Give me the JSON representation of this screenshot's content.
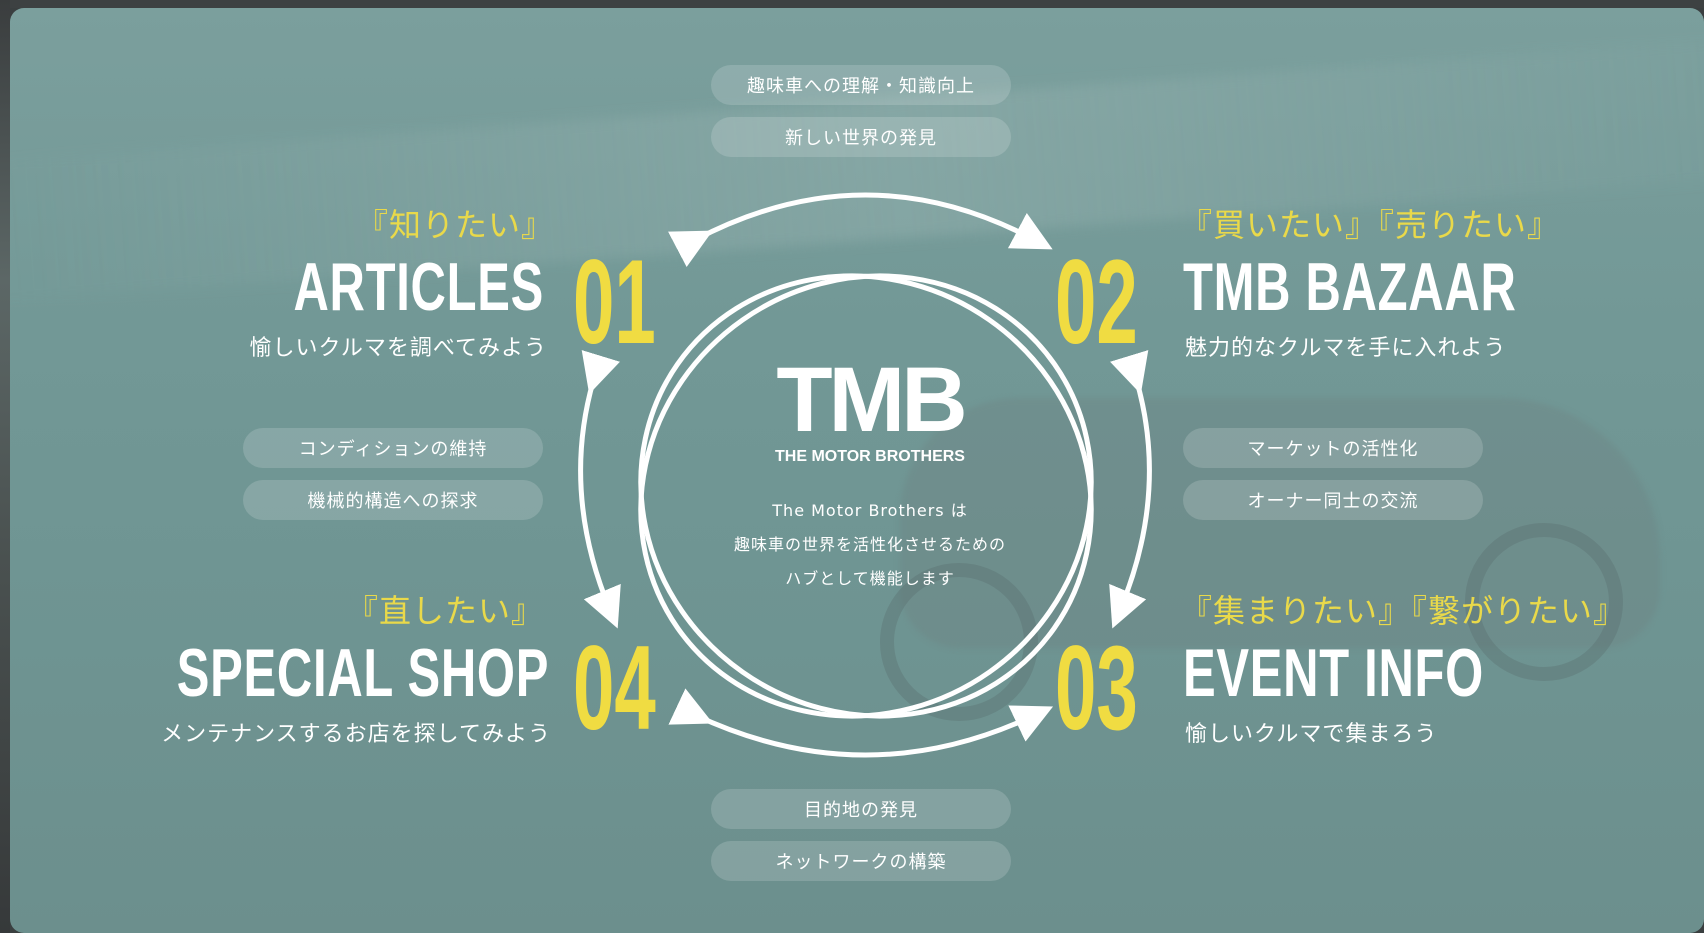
{
  "top_pills": [
    "趣味車への理解・知識向上",
    "新しい世界の発見"
  ],
  "left_pills": [
    "コンディションの維持",
    "機械的構造への探求"
  ],
  "right_pills": [
    "マーケットの活性化",
    "オーナー同士の交流"
  ],
  "bottom_pills": [
    "目的地の発見",
    "ネットワークの構築"
  ],
  "sections": {
    "s01": {
      "num": "01",
      "quote": "『知りたい』",
      "title": "ARTICLES",
      "sub": "愉しいクルマを調べてみよう"
    },
    "s02": {
      "num": "02",
      "quote": "『買いたい』『売りたい』",
      "title": "TMB BAZAAR",
      "sub": "魅力的なクルマを手に入れよう"
    },
    "s03": {
      "num": "03",
      "quote": "『集まりたい』『繋がりたい』",
      "title": "EVENT INFO",
      "sub": "愉しいクルマで集まろう"
    },
    "s04": {
      "num": "04",
      "quote": "『直したい』",
      "title": "SPECIAL SHOP",
      "sub": "メンテナンスするお店を探してみよう"
    }
  },
  "center": {
    "logo": "TMB",
    "logo_sub": "THE MOTOR BROTHERS",
    "line1": "The Motor Brothers は",
    "line2": "趣味車の世界を活性化させるための",
    "line3": "ハブとして機能します"
  },
  "colors": {
    "accent_yellow": "#f0dc42",
    "background_teal": "#729896",
    "text": "#ffffff"
  }
}
